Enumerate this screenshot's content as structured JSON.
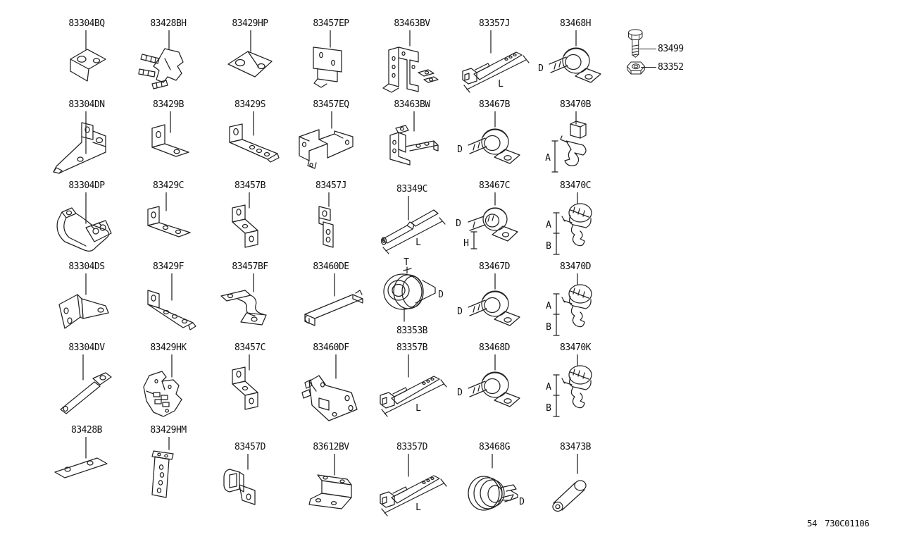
{
  "page": {
    "background": "#ffffff",
    "ink": "#222222",
    "footer_code": "54 730C01106"
  },
  "fasteners": [
    {
      "id": "83499",
      "shape": "bolt"
    },
    {
      "id": "83352",
      "shape": "nut"
    }
  ],
  "parts_grid": {
    "rows": [
      [
        {
          "id": "83304BQ",
          "shape": "bq",
          "ann": []
        },
        {
          "id": "83428BH",
          "shape": "studs",
          "ann": []
        },
        {
          "id": "83429HP",
          "shape": "hp",
          "ann": []
        },
        {
          "id": "83457EP",
          "shape": "ep",
          "ann": []
        },
        {
          "id": "83463BV",
          "shape": "u1",
          "ann": []
        },
        {
          "id": "83357J",
          "shape": "tie",
          "ann": [
            "L"
          ]
        },
        {
          "id": "83468H",
          "shape": "clampD",
          "ann": [
            "D"
          ]
        }
      ],
      [
        {
          "id": "83304DN",
          "shape": "dn",
          "ann": []
        },
        {
          "id": "83429B",
          "shape": "angleB",
          "ann": []
        },
        {
          "id": "83429S",
          "shape": "strap3",
          "ann": []
        },
        {
          "id": "83457EQ",
          "shape": "eq",
          "ann": []
        },
        {
          "id": "83463BW",
          "shape": "u2",
          "ann": []
        },
        {
          "id": "83467B",
          "shape": "clampD",
          "ann": [
            "D"
          ]
        },
        {
          "id": "83470B",
          "shape": "clipA",
          "ann": [
            "A"
          ]
        }
      ],
      [
        {
          "id": "83304DP",
          "shape": "dp",
          "ann": []
        },
        {
          "id": "83429C",
          "shape": "angleC",
          "ann": []
        },
        {
          "id": "83457B",
          "shape": "zstrap",
          "ann": []
        },
        {
          "id": "83457J",
          "shape": "vstrap",
          "ann": []
        },
        {
          "id": "83349C",
          "shape": "tubes",
          "ann": [
            "L"
          ]
        },
        {
          "id": "83467C",
          "shape": "clampDH",
          "ann": [
            "D",
            "H"
          ]
        },
        {
          "id": "83470C",
          "shape": "clipAB",
          "ann": [
            "A",
            "B"
          ]
        }
      ],
      [
        {
          "id": "83304DS",
          "shape": "ds",
          "ann": []
        },
        {
          "id": "83429F",
          "shape": "strapF",
          "ann": []
        },
        {
          "id": "83457BF",
          "shape": "sstrap",
          "ann": []
        },
        {
          "id": "83460DE",
          "shape": "rail",
          "ann": []
        },
        {
          "id": "83353B",
          "shape": "grommet",
          "ann": [
            "T",
            "D"
          ],
          "label_below": true
        },
        {
          "id": "83467D",
          "shape": "clampD",
          "ann": [
            "D"
          ]
        },
        {
          "id": "83470D",
          "shape": "clipAB",
          "ann": [
            "A",
            "B"
          ]
        }
      ],
      [
        {
          "id": "83304DV",
          "shape": "dv",
          "ann": []
        },
        {
          "id": "83429HK",
          "shape": "hk",
          "ann": []
        },
        {
          "id": "83457C",
          "shape": "zstrap",
          "ann": []
        },
        {
          "id": "83460DF",
          "shape": "df",
          "ann": []
        },
        {
          "id": "83357B",
          "shape": "tie",
          "ann": [
            "L"
          ]
        },
        {
          "id": "83468D",
          "shape": "clampD",
          "ann": [
            "D"
          ]
        },
        {
          "id": "83470K",
          "shape": "clipAB",
          "ann": [
            "A",
            "B"
          ]
        }
      ],
      [
        {
          "id": "83428B",
          "shape": "strip",
          "ann": []
        },
        {
          "id": "83429HM",
          "shape": "hm",
          "ann": []
        },
        {
          "id": "83457D",
          "shape": "jbracket",
          "ann": []
        },
        {
          "id": "83612BV",
          "shape": "footplate",
          "ann": []
        },
        {
          "id": "83357D",
          "shape": "tie",
          "ann": [
            "L"
          ]
        },
        {
          "id": "83468G",
          "shape": "coil",
          "ann": [
            "D"
          ]
        },
        {
          "id": "83473B",
          "shape": "cyl",
          "ann": []
        }
      ]
    ]
  }
}
